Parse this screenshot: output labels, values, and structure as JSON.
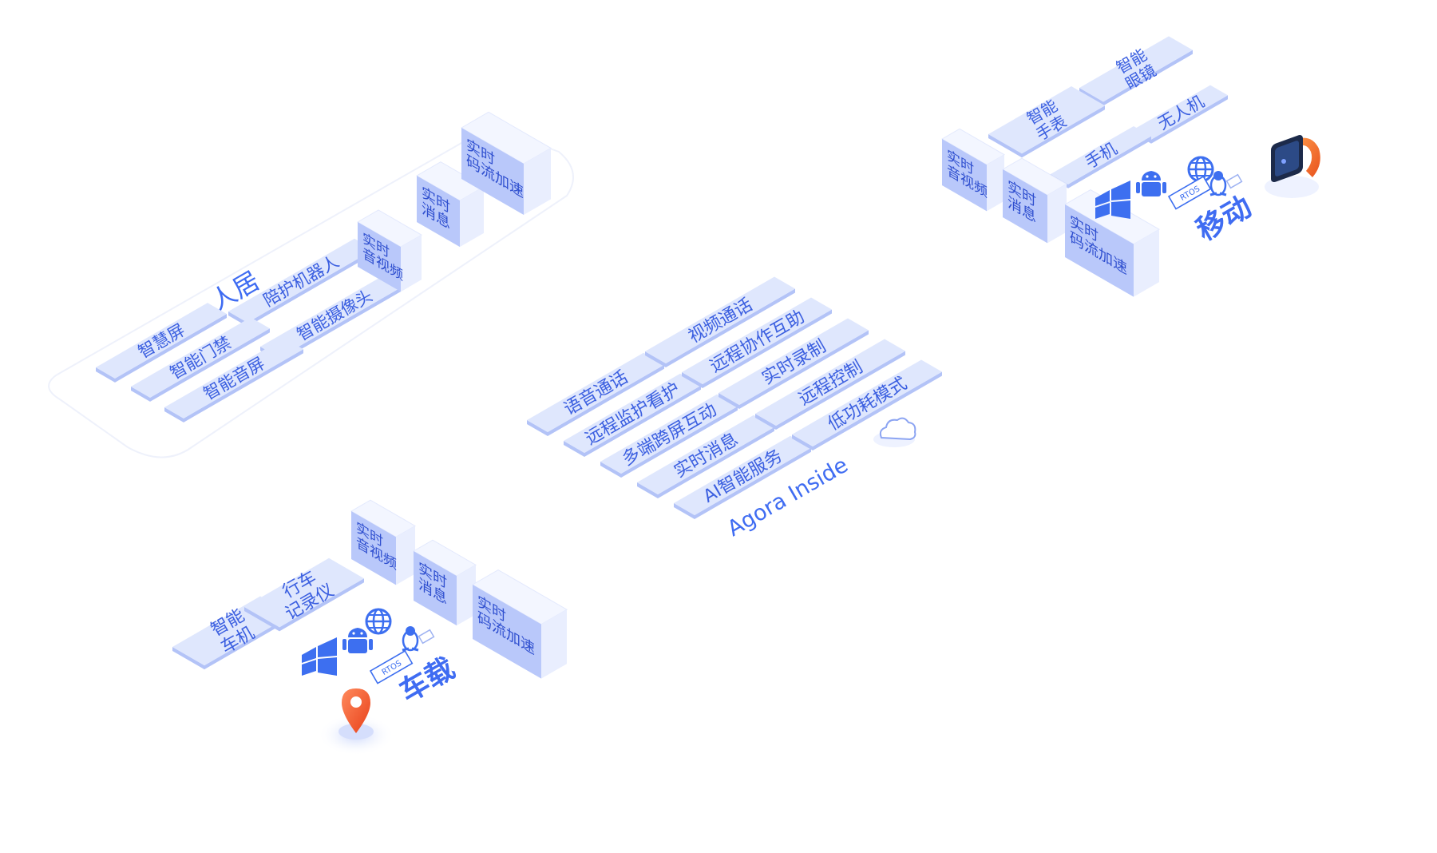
{
  "colors": {
    "tile_top": "#dfe7fd",
    "tile_side": "#b3c3f7",
    "tile_text": "#3b5fe0",
    "block_front": "#b9c8fa",
    "block_side": "#e9eefe",
    "block_top": "#f3f6ff",
    "block_text": "#2f4fcf",
    "heading": "#3f6cf2",
    "icon": "#3d6ff0",
    "accent_orange": "#f25c2a",
    "watch_dark": "#1c2a4a"
  },
  "home": {
    "title": "人居",
    "tiles": [
      "智慧屏",
      "陪护机器人",
      "智能门禁",
      "智能摄像头",
      "智能音屏"
    ],
    "blocks": [
      {
        "lines": [
          "实时",
          "音视频"
        ]
      },
      {
        "lines": [
          "实时",
          "消息"
        ]
      },
      {
        "lines": [
          "实时",
          "码流加速"
        ]
      }
    ]
  },
  "center": {
    "title": "Agora Inside",
    "cloud_icon": "cloud-icon",
    "tiles": [
      "语音通话",
      "视频通话",
      "远程监护看护",
      "远程协作互助",
      "多端跨屏互动",
      "实时录制",
      "实时消息",
      "远程控制",
      "AI智能服务",
      "低功耗模式"
    ]
  },
  "mobile": {
    "title": "移动",
    "tiles": [
      {
        "lines": [
          "智能",
          "眼镜"
        ]
      },
      {
        "lines": [
          "智能",
          "手表"
        ]
      },
      {
        "lines": [
          "无人机"
        ]
      },
      {
        "lines": [
          "手机"
        ]
      }
    ],
    "blocks": [
      {
        "lines": [
          "实时",
          "音视频"
        ]
      },
      {
        "lines": [
          "实时",
          "消息"
        ]
      },
      {
        "lines": [
          "实时",
          "码流加速"
        ]
      }
    ],
    "platform_icons": [
      "windows-icon",
      "android-icon",
      "web-icon",
      "linux-icon",
      "rtos-icon"
    ],
    "rtos_label": "RTOS",
    "device_icon": "smartwatch-icon"
  },
  "vehicle": {
    "title": "车载",
    "tiles": [
      {
        "lines": [
          "智能",
          "车机"
        ]
      },
      {
        "lines": [
          "行车",
          "记录仪"
        ]
      }
    ],
    "blocks": [
      {
        "lines": [
          "实时",
          "音视频"
        ]
      },
      {
        "lines": [
          "实时",
          "消息"
        ]
      },
      {
        "lines": [
          "实时",
          "码流加速"
        ]
      }
    ],
    "platform_icons": [
      "windows-icon",
      "android-icon",
      "web-icon",
      "linux-icon",
      "rtos-icon"
    ],
    "rtos_label": "RTOS",
    "device_icon": "location-pin-icon"
  }
}
